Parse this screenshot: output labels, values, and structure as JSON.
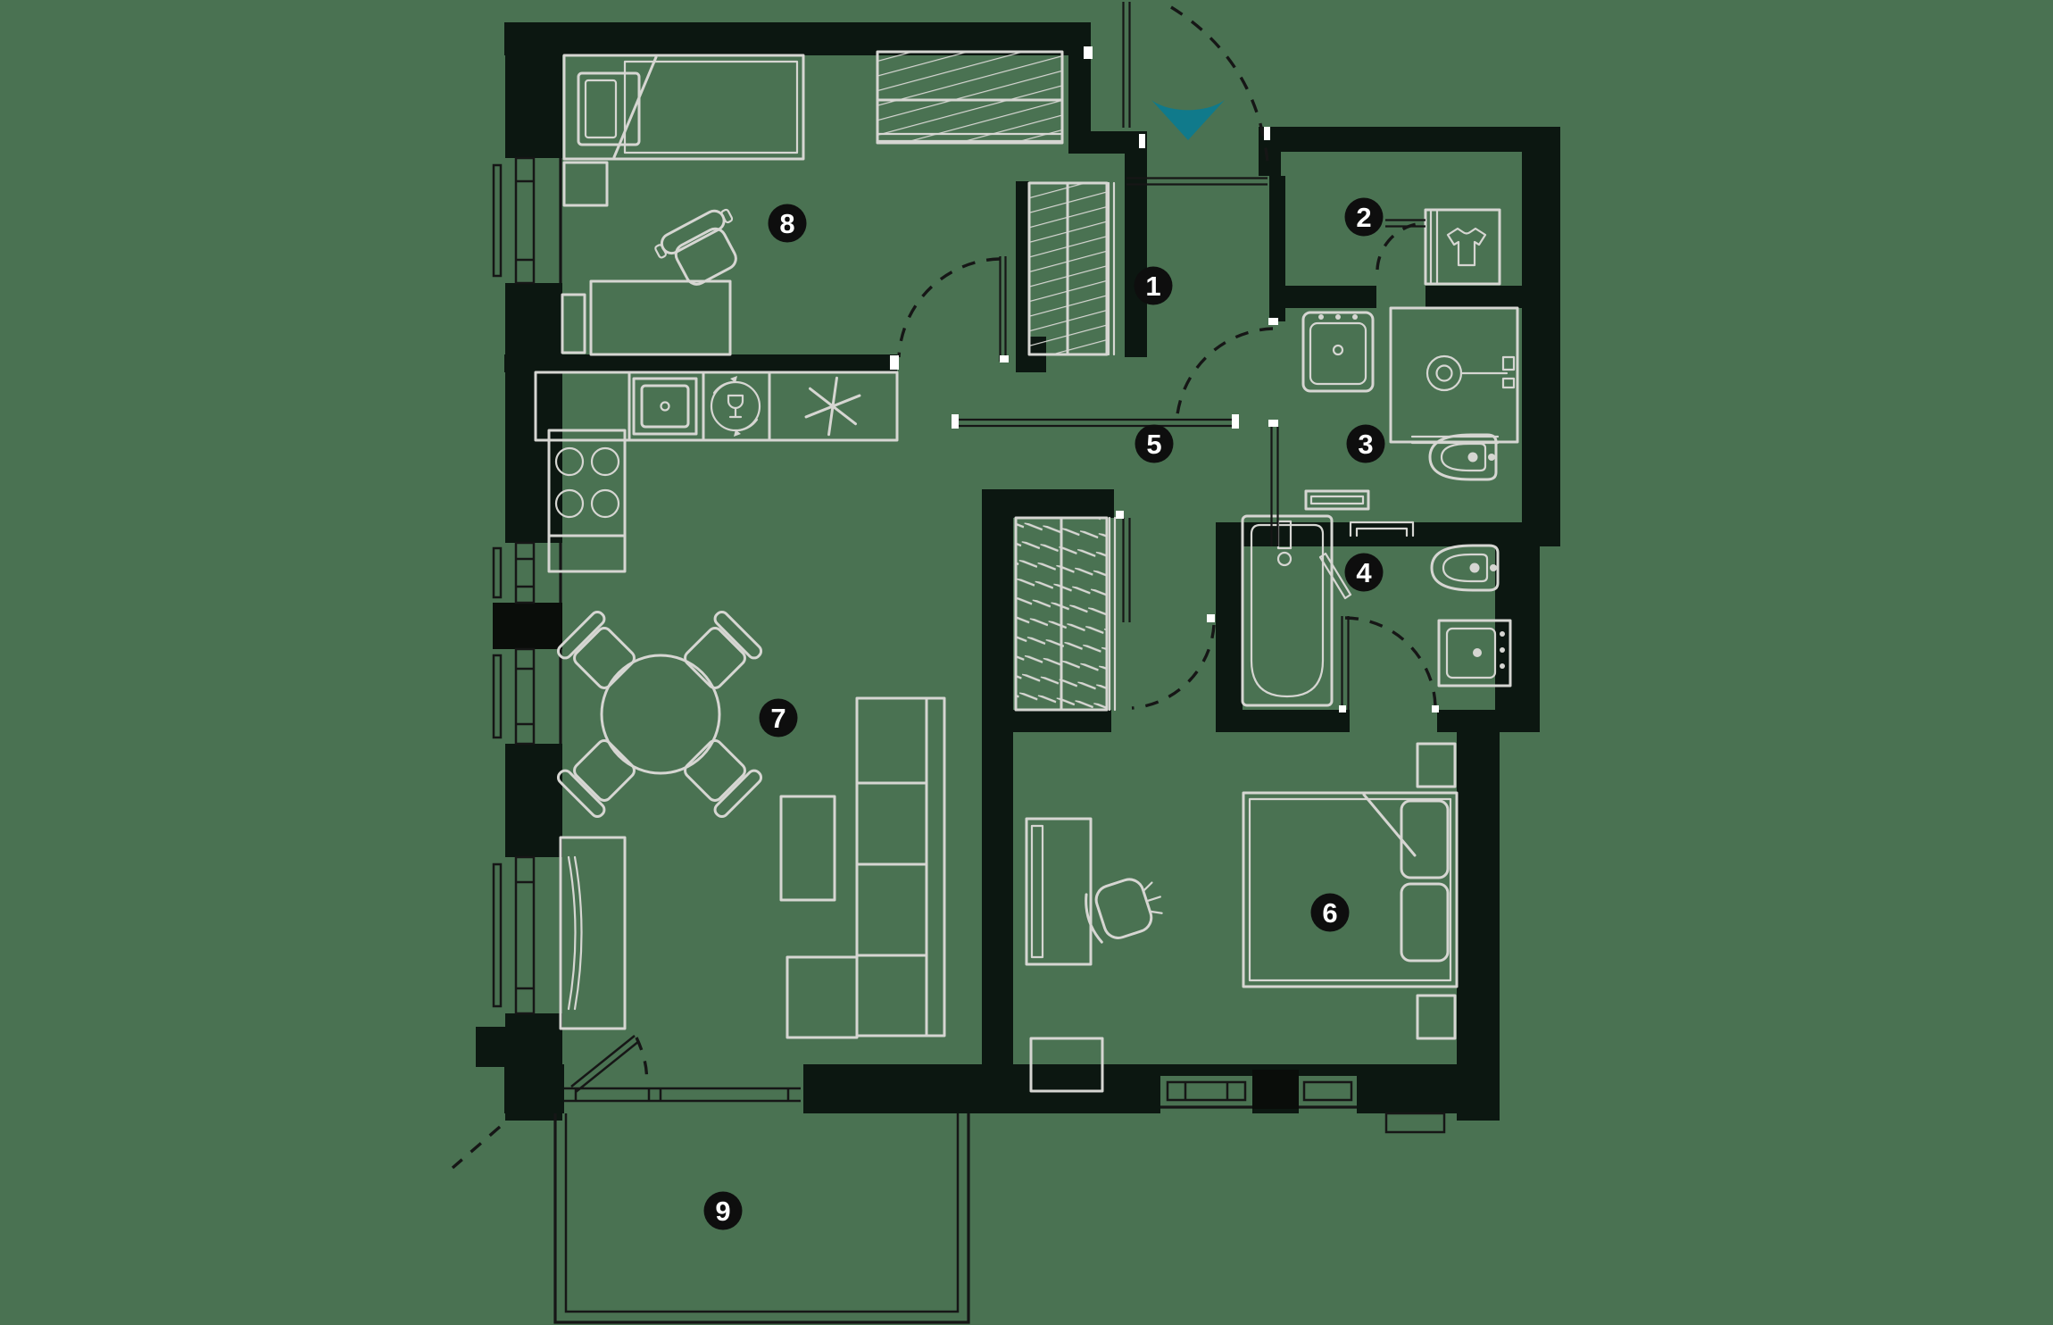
{
  "plan": {
    "labels": [
      {
        "number": "1"
      },
      {
        "number": "2"
      },
      {
        "number": "3"
      },
      {
        "number": "4"
      },
      {
        "number": "5"
      },
      {
        "number": "6"
      },
      {
        "number": "7"
      },
      {
        "number": "8"
      },
      {
        "number": "9"
      }
    ],
    "colors": {
      "background": "#4a7252",
      "wall": "#0c1711",
      "furniture": "#d6d6d2",
      "outline": "#161616",
      "entry_arrow": "#107a8b",
      "label_bg": "#0e0e0e",
      "label_text": "#ffffff"
    },
    "icons": {
      "entry": "entry-direction-arrow-icon",
      "laundry": "t-shirt-icon",
      "dishwasher": "wine-glass-cycle-icon",
      "freezer": "snowflake-asterisk-icon"
    }
  }
}
